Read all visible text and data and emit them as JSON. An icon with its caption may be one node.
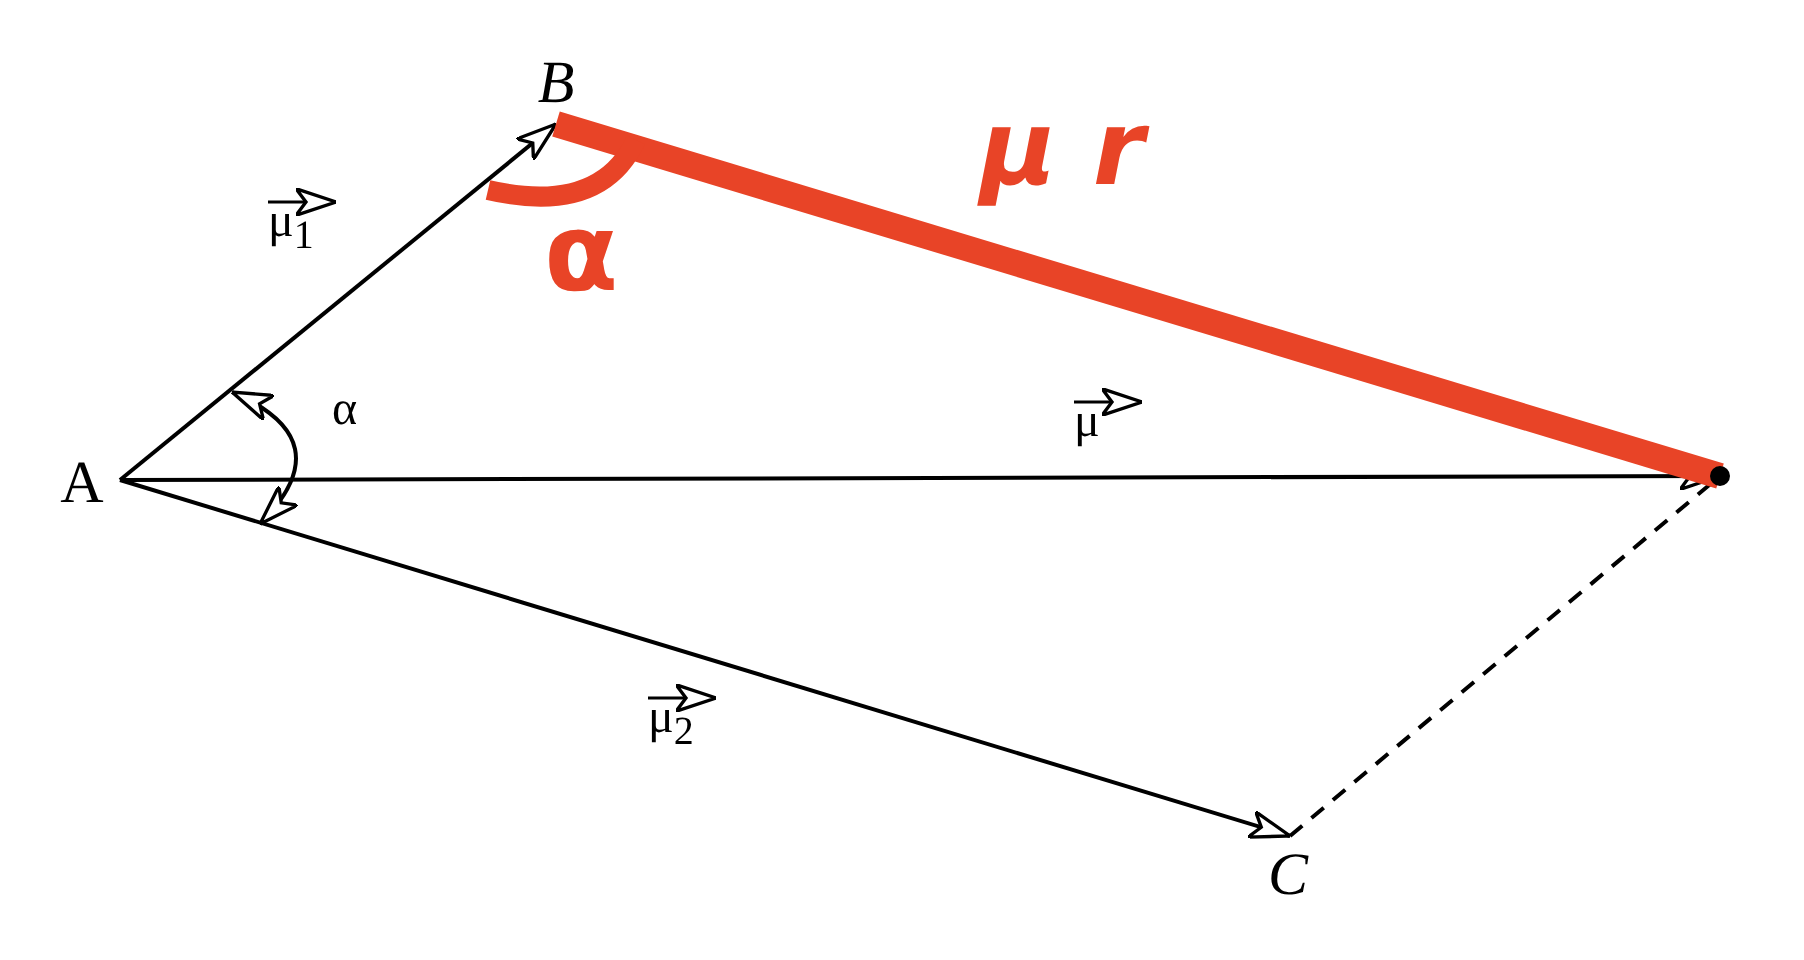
{
  "diagram": {
    "nodes": [
      {
        "text": [
          "A"
        ]
      },
      {
        "text": [
          "B"
        ]
      },
      {
        "text": [
          "C"
        ]
      },
      {
        "text": [],
        "shape": "point"
      }
    ],
    "edges": [
      {
        "from": 0,
        "to": 1,
        "arrow": "to",
        "label": "μ$_{1}$"
      },
      {
        "from": 0,
        "to": 3,
        "arrow": "to",
        "label": "μ"
      },
      {
        "from": 0,
        "to": 2,
        "arrow": "to",
        "label": "μ$_{2}$"
      },
      {
        "from": 2,
        "to": 3,
        "arrow": "none",
        "style": "dashed"
      },
      {
        "from": 1,
        "to": 3,
        "arrow": "none",
        "style": "thick",
        "color": "#e84427",
        "label": "μ r"
      }
    ],
    "labels": [
      "α",
      "α"
    ]
  }
}
